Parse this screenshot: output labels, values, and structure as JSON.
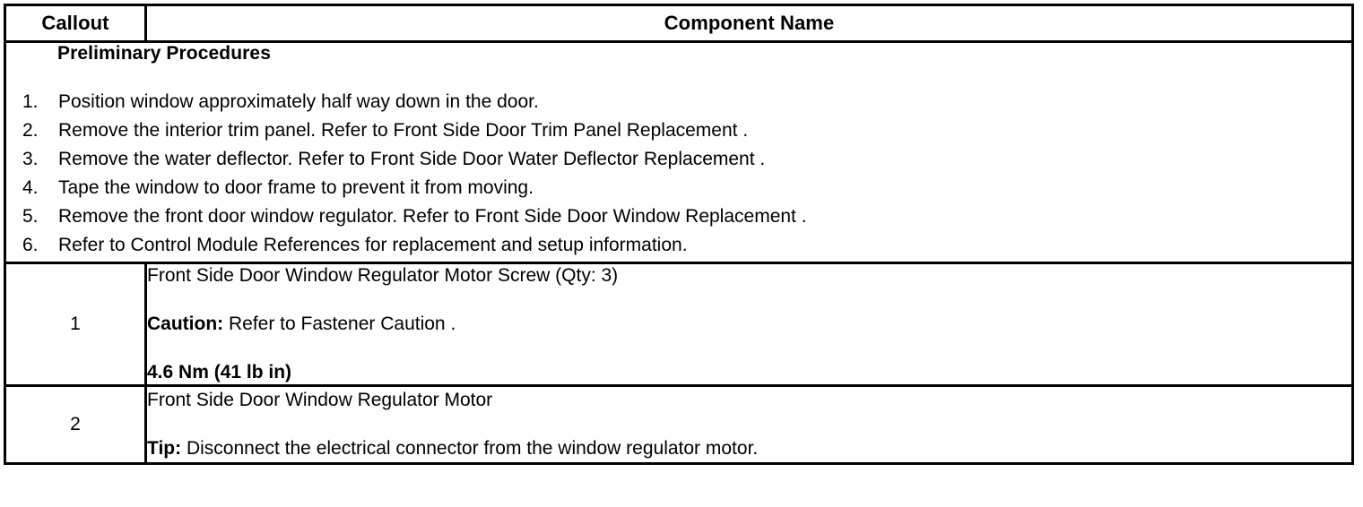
{
  "table": {
    "headers": {
      "callout": "Callout",
      "component_name": "Component Name"
    },
    "preliminary": {
      "title": "Preliminary Procedures",
      "steps": [
        {
          "num": "1.",
          "text": "Position window approximately half way down in the door."
        },
        {
          "num": "2.",
          "text": "Remove the interior trim panel. Refer to Front Side Door Trim Panel Replacement ."
        },
        {
          "num": "3.",
          "text": "Remove the water deflector. Refer to Front Side Door Water Deflector Replacement ."
        },
        {
          "num": "4.",
          "text": "Tape the window to door frame to prevent it from moving."
        },
        {
          "num": "5.",
          "text": "Remove the front door window regulator. Refer to Front Side Door Window Replacement ."
        },
        {
          "num": "6.",
          "text": "Refer to Control Module References for replacement and setup information."
        }
      ]
    },
    "rows": [
      {
        "callout": "1",
        "name": "Front Side Door Window Regulator Motor Screw (Qty: 3)",
        "note_label": "Caution:",
        "note_text": " Refer to Fastener Caution .",
        "torque": "4.6 Nm (41 lb in)"
      },
      {
        "callout": "2",
        "name": "Front Side Door Window Regulator Motor",
        "note_label": "Tip:",
        "note_text": " Disconnect the electrical connector from the window regulator motor."
      }
    ]
  },
  "colors": {
    "background": "#ffffff",
    "text": "#000000",
    "border": "#000000"
  }
}
